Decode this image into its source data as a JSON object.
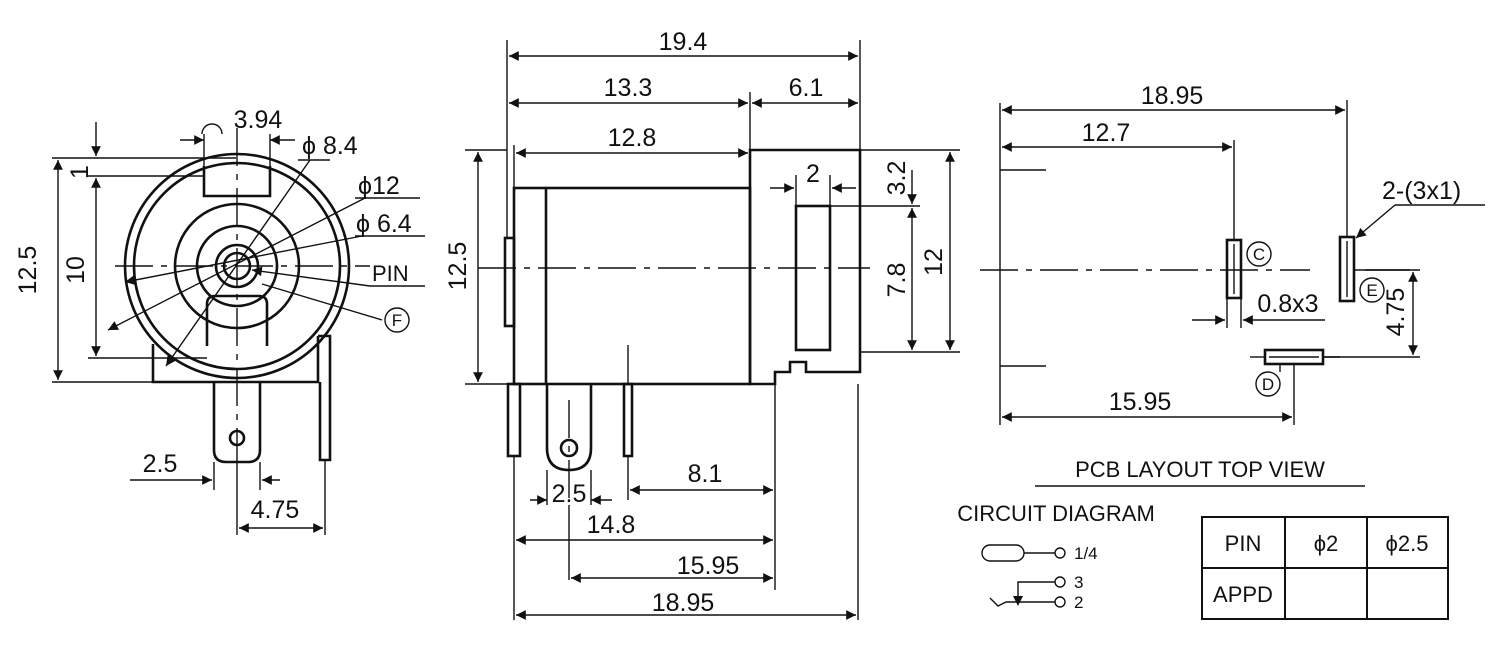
{
  "front_view": {
    "dim_3_94": "3.94",
    "dim_1": "1",
    "dim_phi_8_4": "ϕ 8.4",
    "dim_phi_12": "ϕ12",
    "dim_phi_6_4": "ϕ 6.4",
    "dim_12_5": "12.5",
    "dim_10": "10",
    "pin_label": "PIN",
    "marker_f": "F",
    "dim_2_5": "2.5",
    "dim_4_75": "4.75"
  },
  "side_view": {
    "dim_19_4": "19.4",
    "dim_13_3": "13.3",
    "dim_6_1": "6.1",
    "dim_12_8": "12.8",
    "dim_2": "2",
    "dim_3_2": "3.2",
    "dim_12_5": "12.5",
    "dim_7_8": "7.8",
    "dim_12": "12",
    "dim_2_5": "2.5",
    "dim_8_1": "8.1",
    "dim_14_8": "14.8",
    "dim_15_95": "15.95",
    "dim_18_95": "18.95"
  },
  "pcb_view": {
    "dim_18_95": "18.95",
    "dim_12_7": "12.7",
    "hole_label": "2-(3x1)",
    "marker_c": "C",
    "marker_e": "E",
    "marker_d": "D",
    "dim_0_8x3": "0.8x3",
    "dim_4_75": "4.75",
    "dim_15_95": "15.95",
    "title": "PCB LAYOUT TOP VIEW"
  },
  "circuit": {
    "title": "CIRCUIT DIAGRAM",
    "pin_1_4": "1/4",
    "pin_3": "3",
    "pin_2": "2"
  },
  "pin_table": {
    "headers": [
      "PIN",
      "ϕ2",
      "ϕ2.5"
    ],
    "row_label": "APPD"
  }
}
